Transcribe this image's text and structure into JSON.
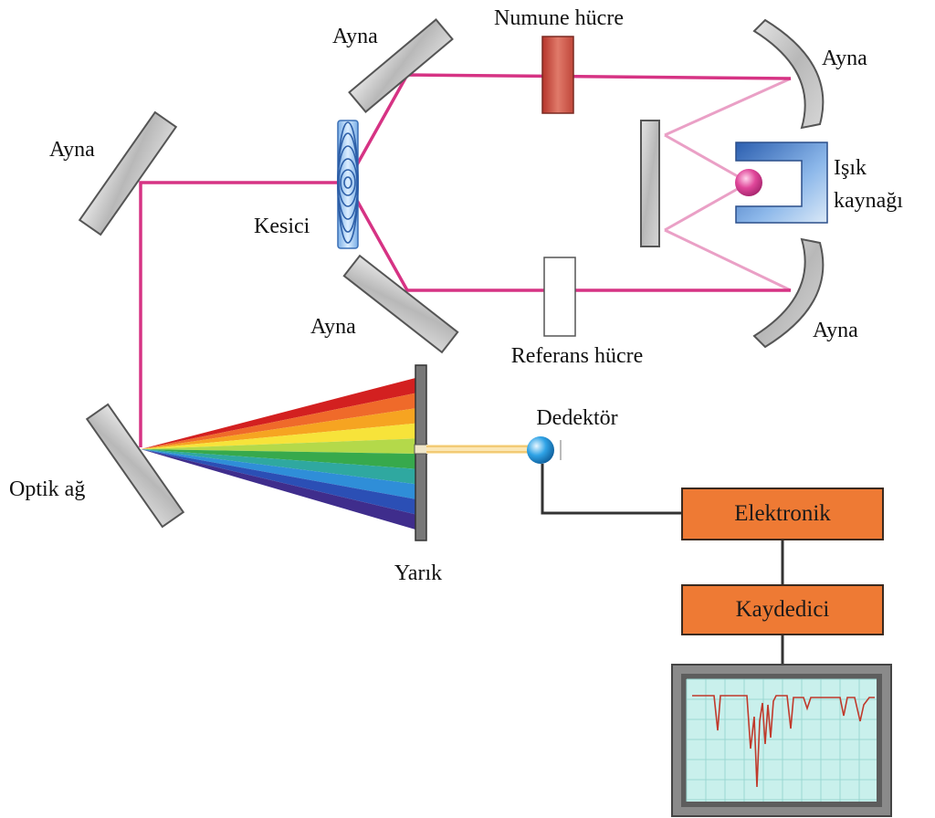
{
  "labels": {
    "mirror_top_left": "Ayna",
    "sample_cell": "Numune hücre",
    "mirror_top_right": "Ayna",
    "mirror_far_left": "Ayna",
    "light_source_line1": "Işık",
    "light_source_line2": "kaynağı",
    "chopper": "Kesici",
    "mirror_bottom_left": "Ayna",
    "mirror_bottom_right": "Ayna",
    "reference_cell": "Referans hücre",
    "detector": "Dedektör",
    "grating": "Optik ağ",
    "slit": "Yarık"
  },
  "boxes": {
    "electronics": "Elektronik",
    "recorder": "Kaydedici"
  },
  "colors": {
    "beam": "#d63384",
    "beam_light": "#eaa0c6",
    "mirror_fill": "#c9c9c9",
    "mirror_stroke": "#555555",
    "sample_cell": "#c8463a",
    "box_fill": "#ee7a34",
    "source_housing": "#3f78c8",
    "detector_ball": "#1e90d8",
    "monitor_frame": "#7c7c7c",
    "screen_bg": "#c9f0ec",
    "spectrum_trace": "#c0392b"
  },
  "spectrum_colors": [
    "#d32020",
    "#ef6a2a",
    "#f6a421",
    "#f7e33a",
    "#b4d94a",
    "#37a94c",
    "#2fa8a0",
    "#2f8ed8",
    "#2b4fb5",
    "#3f2d8c"
  ]
}
